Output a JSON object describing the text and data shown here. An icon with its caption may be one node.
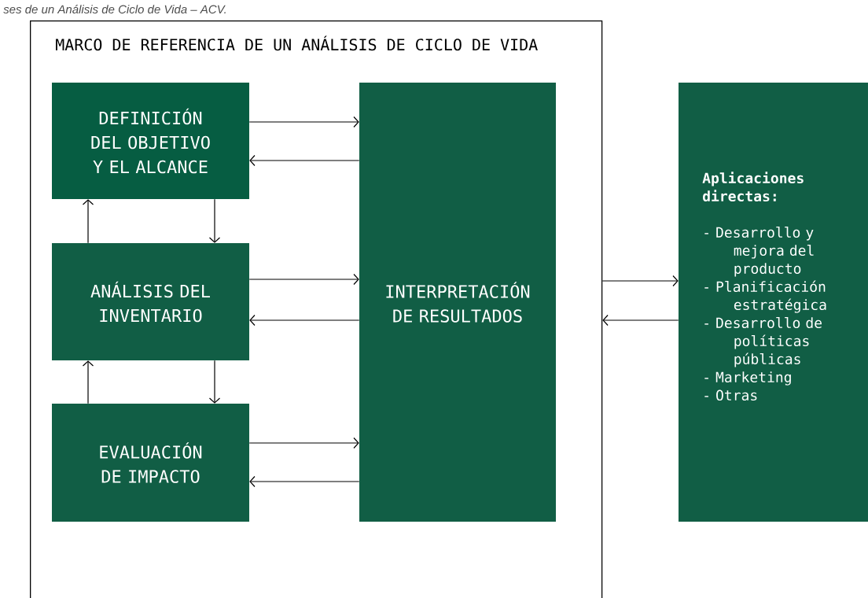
{
  "diagram": {
    "title": "ses de un Análisis de Ciclo de Vida – ACV.",
    "nodes": [
      {
        "text": [
          "MARCO DE REFERENCIA DE UN ANÁLISIS DE CICLO DE VIDA"
        ]
      },
      {
        "text": [
          "DEFINICIÓN DEL OBJETIVO Y EL ALCANCE"
        ],
        "in": 0
      },
      {
        "text": [
          "ANÁLISIS DEL INVENTARIO"
        ],
        "in": 0
      },
      {
        "text": [
          "EVALUACIÓN DE IMPACTO"
        ],
        "in": 0
      },
      {
        "text": [
          "INTERPRETACIÓN DE RESULTADOS"
        ],
        "in": 0
      },
      {
        "text": [
          "Aplicaciones directas:",
          "- Desarrollo y mejora del producto",
          "- Planificación estratégica",
          "- Desarrollo de políticas públicas",
          "- Marketing",
          "- Otras"
        ]
      }
    ],
    "edges": [
      {
        "from": 1,
        "to": 4,
        "arrow": "to"
      },
      {
        "from": 4,
        "to": 1,
        "arrow": "to"
      },
      {
        "from": 1,
        "to": 2,
        "arrow": "to"
      },
      {
        "from": 2,
        "to": 1,
        "arrow": "to"
      },
      {
        "from": 2,
        "to": 4,
        "arrow": "to"
      },
      {
        "from": 4,
        "to": 2,
        "arrow": "to"
      },
      {
        "from": 2,
        "to": 3,
        "arrow": "to"
      },
      {
        "from": 3,
        "to": 2,
        "arrow": "to"
      },
      {
        "from": 3,
        "to": 4,
        "arrow": "to"
      },
      {
        "from": 4,
        "to": 3,
        "arrow": "to"
      },
      {
        "from": 0,
        "to": 5,
        "arrow": "to"
      },
      {
        "from": 5,
        "to": 0,
        "arrow": "to"
      }
    ]
  }
}
